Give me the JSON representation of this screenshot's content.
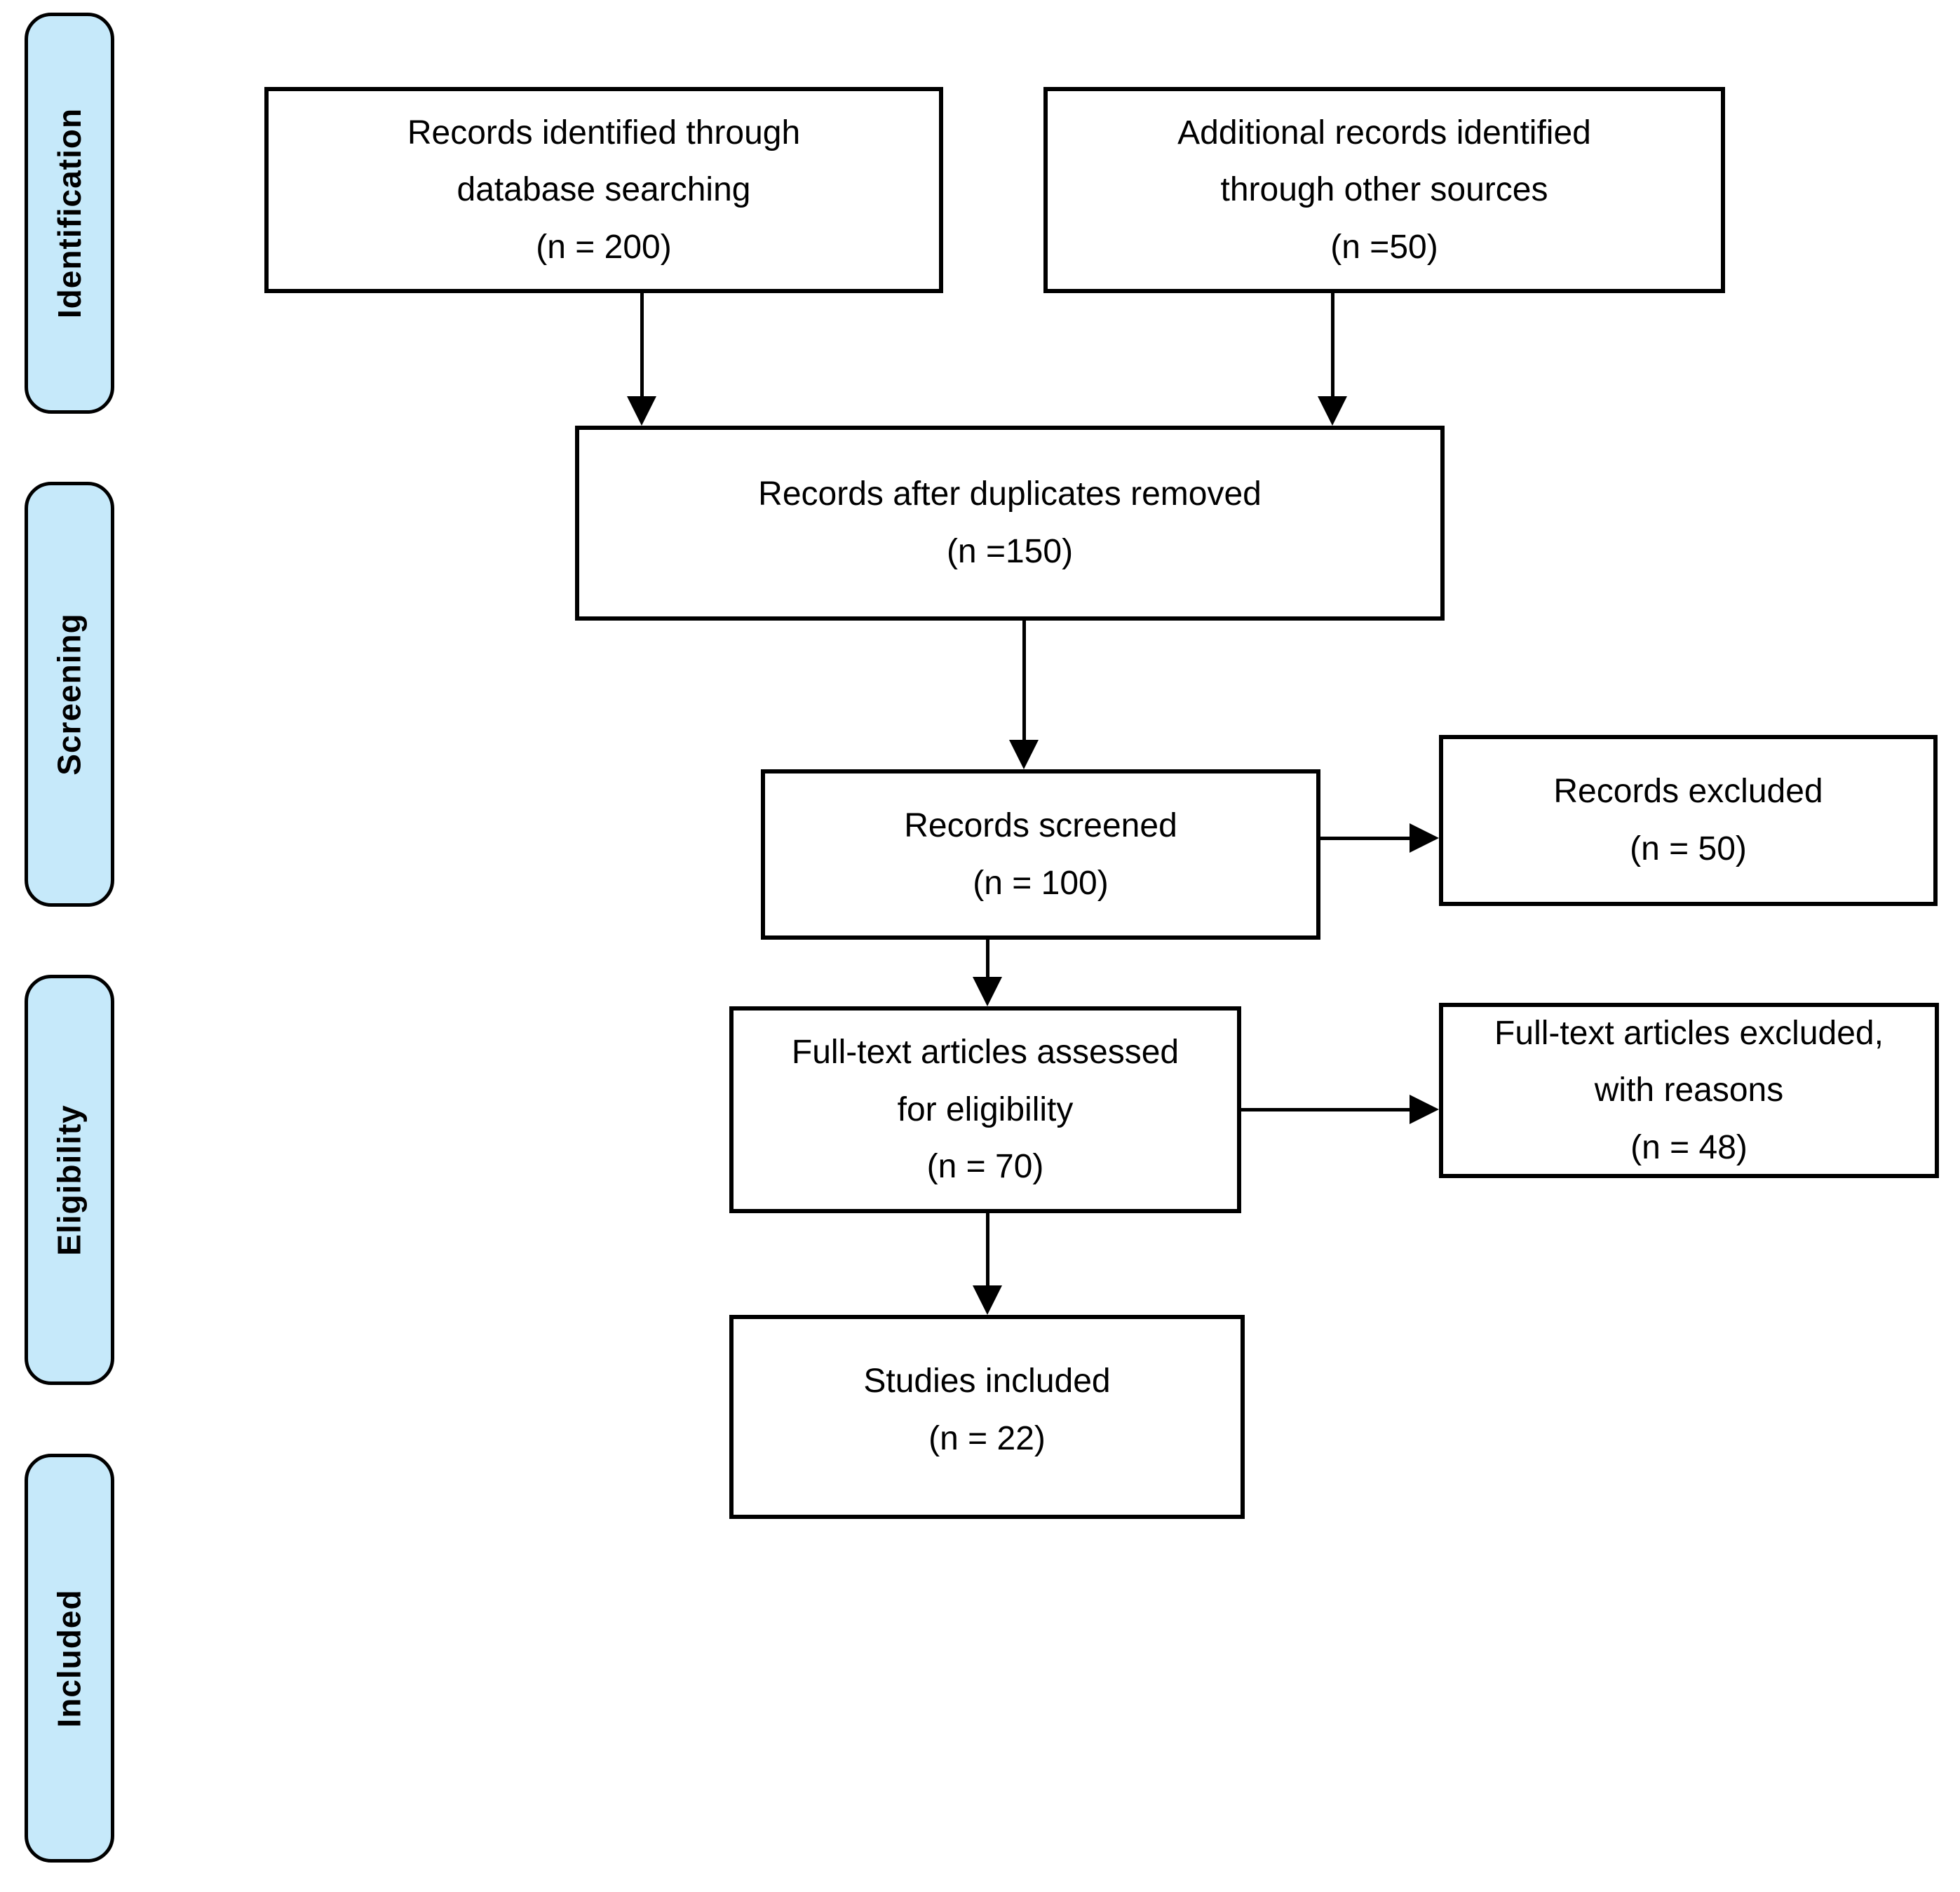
{
  "colors": {
    "stage_fill": "#c6e9fa",
    "box_fill": "#ffffff",
    "line": "#000000"
  },
  "stages": [
    {
      "id": "identification",
      "label": "Identification"
    },
    {
      "id": "screening",
      "label": "Screening"
    },
    {
      "id": "eligibility",
      "label": "Eligibility"
    },
    {
      "id": "included",
      "label": "Included"
    }
  ],
  "boxes": {
    "records_identified": {
      "lines": [
        "Records identified through",
        "database searching",
        "(n = 200)"
      ]
    },
    "additional_records": {
      "lines": [
        "Additional records identified",
        "through other sources",
        "(n =50)"
      ]
    },
    "duplicates_removed": {
      "lines": [
        "Records after duplicates removed",
        "(n =150)"
      ]
    },
    "records_screened": {
      "lines": [
        "Records screened",
        "(n = 100)"
      ]
    },
    "records_excluded": {
      "lines": [
        "Records excluded",
        "(n = 50)"
      ]
    },
    "fulltext_assessed": {
      "lines": [
        "Full-text articles assessed",
        "for eligibility",
        "(n = 70)"
      ]
    },
    "fulltext_excluded": {
      "lines": [
        "Full-text articles excluded,",
        "with reasons",
        "(n = 48)"
      ]
    },
    "studies_included": {
      "lines": [
        "Studies included",
        "(n = 22)"
      ]
    }
  }
}
